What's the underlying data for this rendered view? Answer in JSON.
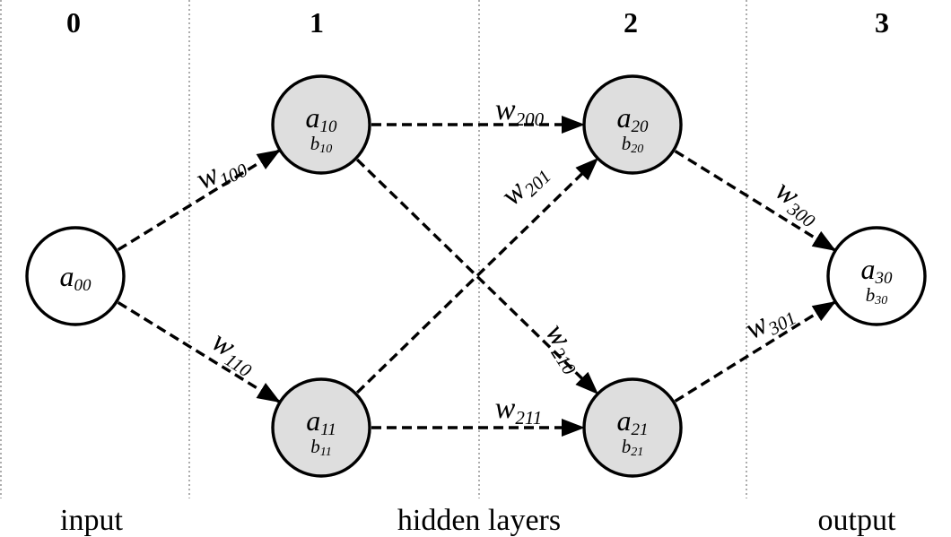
{
  "layers": [
    {
      "id": "0",
      "label": "0"
    },
    {
      "id": "1",
      "label": "1"
    },
    {
      "id": "2",
      "label": "2"
    },
    {
      "id": "3",
      "label": "3"
    }
  ],
  "regions": {
    "input": "input",
    "hidden": "hidden layers",
    "output": "output"
  },
  "nodes": [
    {
      "id": "a00",
      "main": "a",
      "main_sub": "00",
      "bias": "",
      "bias_sub": "",
      "fill": "#ffffff"
    },
    {
      "id": "a10",
      "main": "a",
      "main_sub": "10",
      "bias": "b",
      "bias_sub": "10",
      "fill": "#dedede"
    },
    {
      "id": "a11",
      "main": "a",
      "main_sub": "11",
      "bias": "b",
      "bias_sub": "11",
      "fill": "#dedede"
    },
    {
      "id": "a20",
      "main": "a",
      "main_sub": "20",
      "bias": "b",
      "bias_sub": "20",
      "fill": "#dedede"
    },
    {
      "id": "a21",
      "main": "a",
      "main_sub": "21",
      "bias": "b",
      "bias_sub": "21",
      "fill": "#dedede"
    },
    {
      "id": "a30",
      "main": "a",
      "main_sub": "30",
      "bias": "b",
      "bias_sub": "30",
      "fill": "#ffffff"
    }
  ],
  "edges": [
    {
      "from": "a00",
      "to": "a10",
      "w": "w",
      "sub": "100"
    },
    {
      "from": "a00",
      "to": "a11",
      "w": "w",
      "sub": "110"
    },
    {
      "from": "a10",
      "to": "a20",
      "w": "w",
      "sub": "200"
    },
    {
      "from": "a11",
      "to": "a20",
      "w": "w",
      "sub": "201"
    },
    {
      "from": "a10",
      "to": "a21",
      "w": "w",
      "sub": "210"
    },
    {
      "from": "a11",
      "to": "a21",
      "w": "w",
      "sub": "211"
    },
    {
      "from": "a20",
      "to": "a30",
      "w": "w",
      "sub": "300"
    },
    {
      "from": "a21",
      "to": "a30",
      "w": "w",
      "sub": "301"
    }
  ]
}
